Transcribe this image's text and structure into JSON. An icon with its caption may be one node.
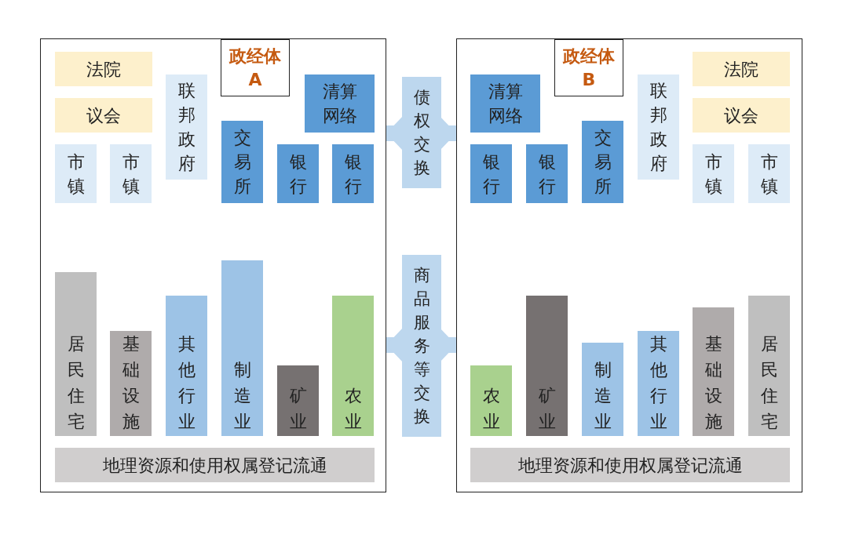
{
  "diagram": {
    "nodes": [
      {
        "text": [],
        "shape": "box"
      },
      {
        "text": [
          "政经体A"
        ],
        "in": 0
      },
      {
        "text": [
          "法院"
        ],
        "in": 0
      },
      {
        "text": [
          "议会"
        ],
        "in": 0
      },
      {
        "text": [
          "市镇"
        ],
        "in": 0
      },
      {
        "text": [
          "市镇"
        ],
        "in": 0
      },
      {
        "text": [
          "联邦政府"
        ],
        "in": 0
      },
      {
        "text": [
          "清算网络"
        ],
        "in": 0
      },
      {
        "text": [
          "交易所"
        ],
        "in": 0
      },
      {
        "text": [
          "银行"
        ],
        "in": 0
      },
      {
        "text": [
          "银行"
        ],
        "in": 0
      },
      {
        "text": [
          "居民住宅"
        ],
        "in": 0
      },
      {
        "text": [
          "基础设施"
        ],
        "in": 0
      },
      {
        "text": [
          "其他行业"
        ],
        "in": 0
      },
      {
        "text": [
          "制造业"
        ],
        "in": 0
      },
      {
        "text": [
          "矿业"
        ],
        "in": 0
      },
      {
        "text": [
          "农业"
        ],
        "in": 0
      },
      {
        "text": [
          "地理资源和使用权属登记流通"
        ],
        "in": 0
      },
      {
        "text": [],
        "shape": "box"
      },
      {
        "text": [
          "清算网络"
        ],
        "in": 18
      },
      {
        "text": [
          "政经体B"
        ],
        "in": 18
      },
      {
        "text": [
          "联邦政府"
        ],
        "in": 18
      },
      {
        "text": [
          "法院"
        ],
        "in": 18
      },
      {
        "text": [
          "议会"
        ],
        "in": 18
      },
      {
        "text": [
          "银行"
        ],
        "in": 18
      },
      {
        "text": [
          "银行"
        ],
        "in": 18
      },
      {
        "text": [
          "交易所"
        ],
        "in": 18
      },
      {
        "text": [
          "市镇"
        ],
        "in": 18
      },
      {
        "text": [
          "市镇"
        ],
        "in": 18
      },
      {
        "text": [
          "农业"
        ],
        "in": 18
      },
      {
        "text": [
          "矿业"
        ],
        "in": 18
      },
      {
        "text": [
          "制造业"
        ],
        "in": 18
      },
      {
        "text": [
          "其他行业"
        ],
        "in": 18
      },
      {
        "text": [
          "基础设施"
        ],
        "in": 18
      },
      {
        "text": [
          "居民住宅"
        ],
        "in": 18
      },
      {
        "text": [
          "地理资源和使用权属登记流通"
        ],
        "in": 18
      }
    ],
    "edges": [
      {
        "from": 0,
        "to": 18,
        "arrow": "both",
        "label": "债权交换"
      },
      {
        "from": 0,
        "to": 18,
        "arrow": "both",
        "label": "商品服务等交换"
      }
    ]
  }
}
